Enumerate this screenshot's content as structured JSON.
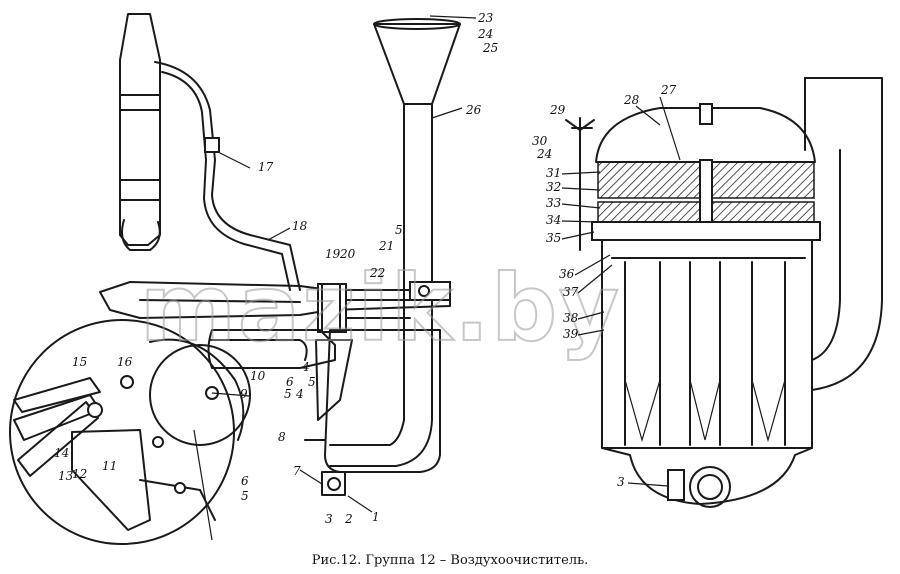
{
  "caption": "Рис.12. Группа 12 – Воздухоочиститель.",
  "watermark": "mazik.by",
  "callouts": [
    "1",
    "2",
    "3",
    "4",
    "5",
    "6",
    "7",
    "8",
    "9",
    "10",
    "11",
    "12",
    "13",
    "14",
    "15",
    "16",
    "17",
    "18",
    "19",
    "20",
    "21",
    "22",
    "23",
    "24",
    "25",
    "26",
    "27",
    "28",
    "29",
    "30",
    "31",
    "32",
    "33",
    "34",
    "35",
    "36",
    "37",
    "38",
    "39"
  ],
  "extra_callouts": {
    "left_5_top": "5",
    "left_4_b": "4",
    "left_5_b": "5",
    "left_6_b": "6",
    "left_24": "24",
    "right_3": "3"
  }
}
